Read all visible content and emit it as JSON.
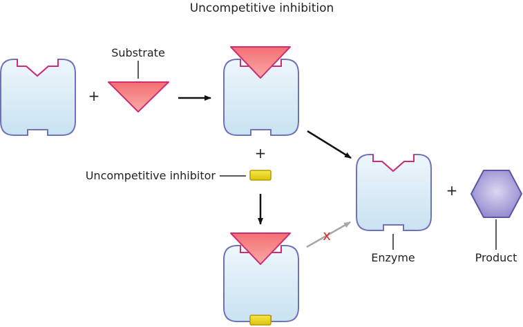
{
  "title": "Uncompetitive inhibition",
  "labels": {
    "substrate": "Substrate",
    "inhibitor": "Uncompetitive inhibitor",
    "enzyme": "Enzyme",
    "product": "Product"
  },
  "symbols": {
    "plus": "+",
    "blocked": "x"
  },
  "colors": {
    "enzyme_fill": "#d6eaf5",
    "enzyme_stroke": "#6f72b8",
    "active_site": "#cf2d73",
    "substrate": "#f4888a",
    "inhibitor": "#e8d21e",
    "product": "#9a92d4",
    "arrow": "#111111",
    "blocked_arrow": "#a6a6a6",
    "blocked_mark": "#e0302e"
  }
}
